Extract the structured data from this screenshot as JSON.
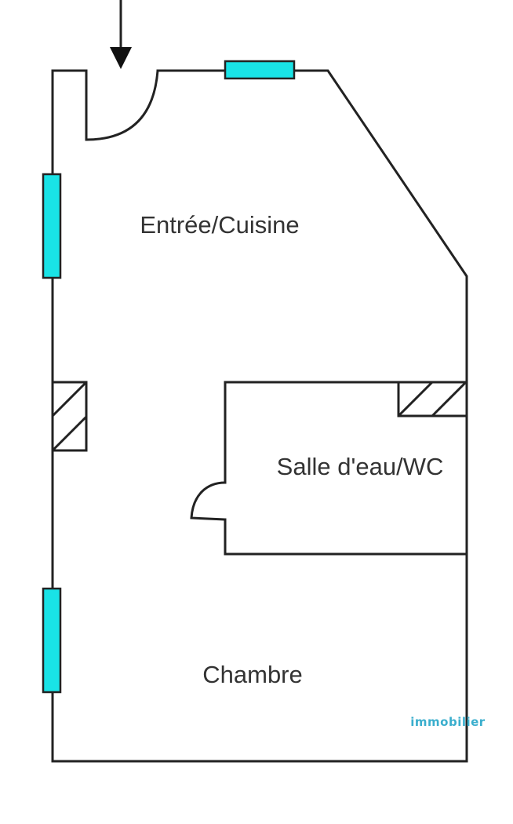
{
  "rooms": {
    "entree_cuisine": "Entrée/Cuisine",
    "salle_eau_wc": "Salle d'eau/WC",
    "chambre": "Chambre"
  },
  "watermark": {
    "text": "immobilier",
    "color": "#3aaecd"
  },
  "colors": {
    "window_fill": "#19e3e6",
    "wall_stroke": "#222222",
    "label_color": "#333333"
  },
  "icons": {
    "entrance": "entrance-arrow-icon"
  }
}
